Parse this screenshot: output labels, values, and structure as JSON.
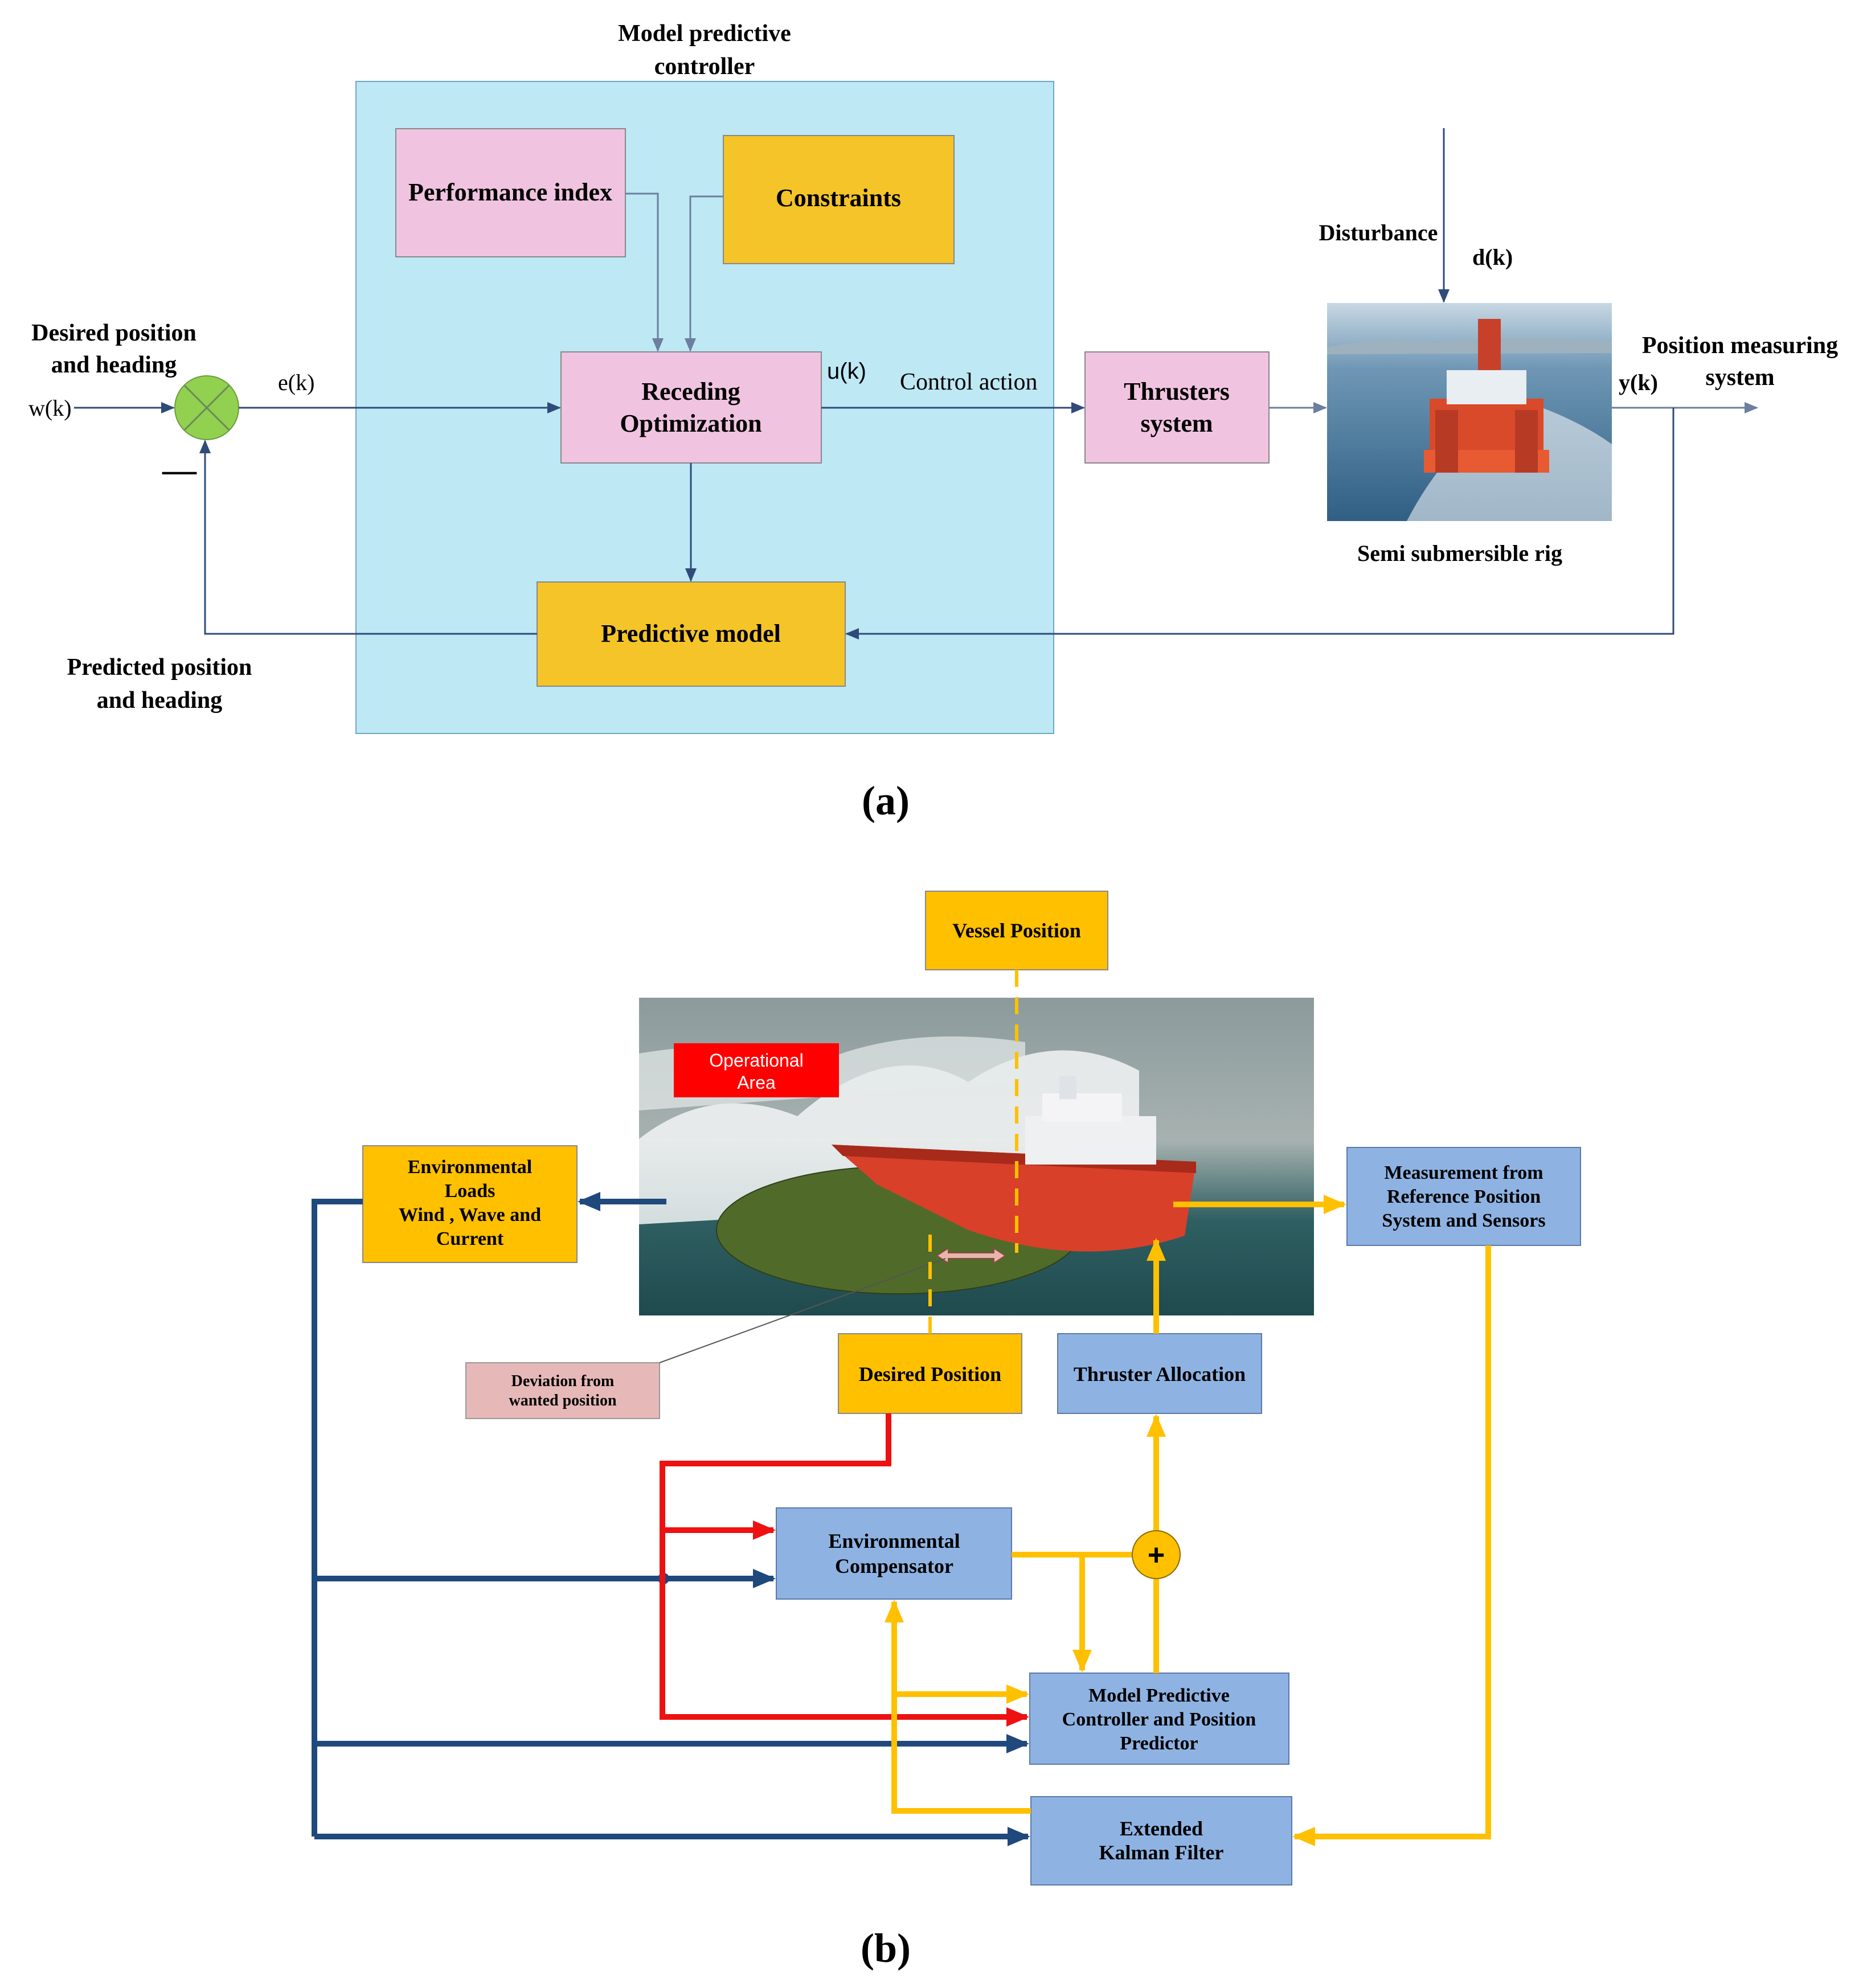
{
  "panel_a": {
    "mpc_title_1": "Model predictive",
    "mpc_title_2": "controller",
    "performance_index": "Performance index",
    "constraints": "Constraints",
    "receding_1": "Receding",
    "receding_2": "Optimization",
    "predictive_model": "Predictive model",
    "thrusters_1": "Thrusters",
    "thrusters_2": "system",
    "desired_1": "Desired position",
    "desired_2": "and heading",
    "predicted_1": "Predicted position",
    "predicted_2": "and heading",
    "wk": "w(k)",
    "ek": "e(k)",
    "uk": "u(k)",
    "yk": "y(k)",
    "dk": "d(k)",
    "control_action": "Control action",
    "disturbance": "Disturbance",
    "position_meas_1": "Position measuring",
    "position_meas_2": "system",
    "rig_caption": "Semi submersible rig",
    "minus": "—",
    "label": "(a)"
  },
  "panel_b": {
    "vessel_position": "Vessel Position",
    "operational_1": "Operational",
    "operational_2": "Area",
    "env_loads_1": "Environmental",
    "env_loads_2": "Loads",
    "env_loads_3": "Wind , Wave and",
    "env_loads_4": "Current",
    "measurement_1": "Measurement from",
    "measurement_2": "Reference Position",
    "measurement_3": "System and Sensors",
    "deviation_1": "Deviation from",
    "deviation_2": "wanted position",
    "desired_position": "Desired Position",
    "thruster_allocation": "Thruster Allocation",
    "env_comp_1": "Environmental",
    "env_comp_2": "Compensator",
    "mpc_1": "Model Predictive",
    "mpc_2": "Controller and Position",
    "mpc_3": "Predictor",
    "ekf_1": "Extended",
    "ekf_2": "Kalman Filter",
    "plus": "+",
    "label": "(b)"
  },
  "colors": {
    "mpc_bg": "#bde8f4",
    "pink": "#f0c4e0",
    "orange": "#f5c428",
    "blue_box": "#8eb3e3",
    "navy_arrow": "#1f497d",
    "yellow_arrow": "#ffc000",
    "red_arrow": "#ee1111",
    "sum_green": "#92d050"
  }
}
